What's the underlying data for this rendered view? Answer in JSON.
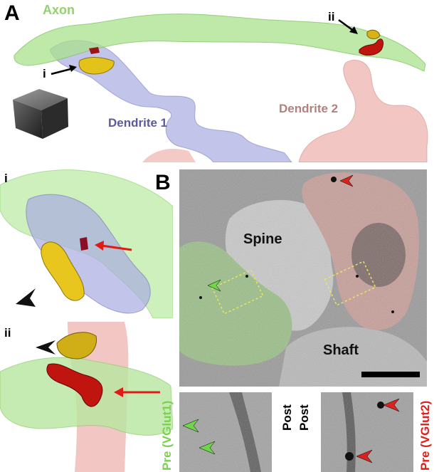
{
  "panel_a": {
    "letter": "A",
    "axon_label": "Axon",
    "dendrite1_label": "Dendrite 1",
    "dendrite2_label": "Dendrite 2",
    "marker_i": "i",
    "marker_ii": "ii",
    "colors": {
      "axon": "#9bd97f",
      "dendrite1": "#8c8fcf",
      "dendrite2": "#e9a6a2",
      "label_axon": "#8fd36b",
      "label_d1": "#5b5aa0",
      "label_d2": "#b77f7a"
    }
  },
  "panel_i": {
    "label": "i"
  },
  "panel_ii": {
    "label": "ii"
  },
  "panel_b": {
    "letter": "B",
    "spine_label": "Spine",
    "shaft_label": "Shaft",
    "inset_left_label": "Pre (VGlut1)",
    "inset_mid_label_left": "Post",
    "inset_mid_label_right": "Post",
    "inset_right_label": "Pre (VGlut2)",
    "colors": {
      "vglut1": "#7ad14f",
      "vglut2": "#d8231f",
      "arrow_green": "#6fd64a",
      "arrow_red": "#d8231f"
    }
  }
}
